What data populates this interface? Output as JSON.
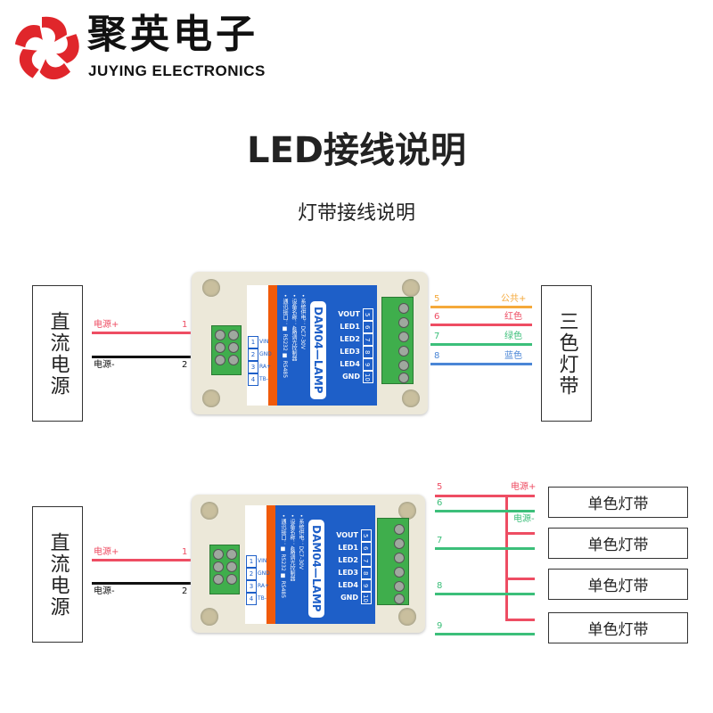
{
  "logo": {
    "cn": "聚英电子",
    "en": "JUYING ELECTRONICS",
    "brand_color": "#e0262b"
  },
  "title": "LED接线说明",
  "subtitle": "灯带接线说明",
  "device": {
    "model": "DAM04—LAMP",
    "specs": [
      "• 系统供电：DC7-30V",
      "• 设备名称：4路调光控制器",
      "• 通讯接口：■ RS232 ■ RS485"
    ],
    "left_pins": [
      {
        "num": "1",
        "name": "VIN"
      },
      {
        "num": "2",
        "name": "GND"
      },
      {
        "num": "3",
        "name": "RA+"
      },
      {
        "num": "4",
        "name": "TB-"
      }
    ],
    "right_pins": [
      {
        "num": "5",
        "name": "VOUT"
      },
      {
        "num": "6",
        "name": "LED1"
      },
      {
        "num": "7",
        "name": "LED2"
      },
      {
        "num": "8",
        "name": "LED3"
      },
      {
        "num": "9",
        "name": "LED4"
      },
      {
        "num": "10",
        "name": "GND"
      }
    ]
  },
  "colors": {
    "red": "#ee4d63",
    "black": "#111111",
    "orange": "#f5a93a",
    "green": "#3cbf7a",
    "blue": "#4a86d6"
  },
  "diagram1": {
    "power_source": "直流电源",
    "power_plus": {
      "label": "电源+",
      "num": "1"
    },
    "power_minus": {
      "label": "电源-",
      "num": "2"
    },
    "load": "三色灯带",
    "outputs": [
      {
        "num": "5",
        "label": "公共+",
        "color": "orange"
      },
      {
        "num": "6",
        "label": "红色",
        "color": "red"
      },
      {
        "num": "7",
        "label": "绿色",
        "color": "green"
      },
      {
        "num": "8",
        "label": "蓝色",
        "color": "blue"
      }
    ]
  },
  "diagram2": {
    "power_source": "直流电源",
    "power_plus": {
      "label": "电源+",
      "num": "1"
    },
    "power_minus": {
      "label": "电源-",
      "num": "2"
    },
    "out_plus": {
      "num": "5",
      "label": "电源+"
    },
    "out_minus_label": "电源-",
    "outputs": [
      "6",
      "7",
      "8",
      "9"
    ],
    "loads": [
      "单色灯带",
      "单色灯带",
      "单色灯带",
      "单色灯带"
    ]
  }
}
